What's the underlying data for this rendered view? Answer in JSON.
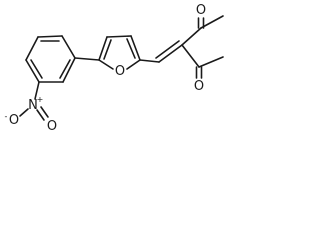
{
  "molecule": {
    "atoms": {
      "ketone_o_top": "O",
      "ketone_o_bottom": "O",
      "furan_o": "O",
      "nitro_n": "N",
      "nitro_o_left": "O",
      "nitro_o_right": "O"
    },
    "charges": {
      "nitro_n": "+",
      "nitro_o_left": "-"
    }
  }
}
